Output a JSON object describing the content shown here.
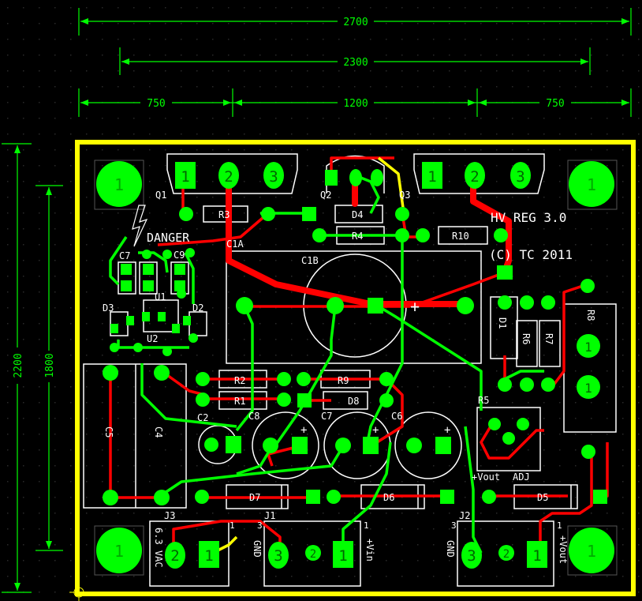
{
  "dimensions": {
    "overall": "2700",
    "inner": "2300",
    "left": "750",
    "middle": "1200",
    "right": "750",
    "height_outer": "2200",
    "height_inner": "1800"
  },
  "labels": {
    "title": "HV REG 3.0",
    "copyright": "(C) TC 2011",
    "danger": "DANGER",
    "vout": "+Vout",
    "adj": "ADJ"
  },
  "mount_holes": [
    "1",
    "1",
    "1",
    "1"
  ],
  "refdes": {
    "Q1": "Q1",
    "Q2": "Q2",
    "Q3": "Q3",
    "R3": "R3",
    "D4": "D4",
    "R4": "R4",
    "R10": "R10",
    "C1A": "C1A",
    "C1B": "C1B",
    "C7": "C7",
    "C9": "C9",
    "U1": "U1",
    "U2": "U2",
    "D3": "D3",
    "D2": "D2",
    "D1": "D1",
    "R6": "R6",
    "R7": "R7",
    "R8": "R8",
    "R2": "R2",
    "R1": "R1",
    "R9": "R9",
    "D8": "D8",
    "C2": "C2",
    "C8": "C8",
    "C7b": "C7",
    "C6": "C6",
    "R5": "R5",
    "C5": "C5",
    "C4": "C4",
    "D7": "D7",
    "D6": "D6",
    "D5": "D5",
    "J3": "J3",
    "J1": "J1",
    "J2": "J2"
  },
  "connectors": {
    "j3_text": "6.3 VAC",
    "j1_gnd": "GND",
    "j1_vin": "+Vin",
    "j2_gnd": "GND",
    "j2_vout": "+Vout"
  },
  "pins": {
    "one": "1",
    "two": "2",
    "three": "3"
  },
  "colors": {
    "background": "#000000",
    "board_outline": "#ffff00",
    "top_copper": "#ff0000",
    "bottom_copper": "#00ff00",
    "silkscreen": "#ffffff",
    "pad": "#00ff00",
    "dimension": "#00ff00"
  }
}
